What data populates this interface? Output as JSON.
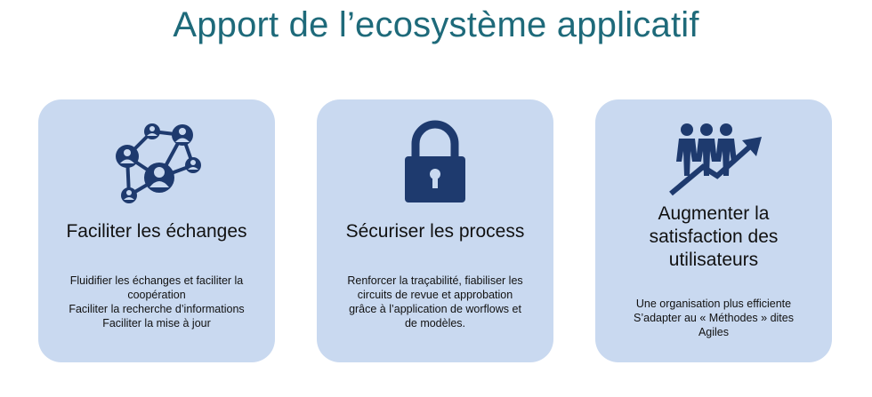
{
  "title": "Apport de l’ecosystème applicatif",
  "cards": [
    {
      "icon": "network-people-icon",
      "heading": [
        "Faciliter les échanges"
      ],
      "body": [
        "Fluidifier les échanges et faciliter la",
        "coopération",
        "Faciliter la recherche d’informations",
        "Faciliter la mise à jour"
      ]
    },
    {
      "icon": "padlock-icon",
      "heading": [
        "Sécuriser les process"
      ],
      "body": [
        "Renforcer la traçabilité, fiabiliser les",
        "circuits de revue et approbation",
        "grâce à l’application de worflows et",
        "de modèles."
      ]
    },
    {
      "icon": "people-growth-arrow-icon",
      "heading": [
        "Augmenter la",
        "satisfaction des",
        "utilisateurs"
      ],
      "body": [
        "Une organisation plus efficiente",
        "S’adapter au « Méthodes » dites",
        "Agiles"
      ]
    }
  ],
  "colors": {
    "title": "#1e6a7a",
    "card_bg": "#c9d9f0",
    "icon": "#1e3a6e"
  }
}
